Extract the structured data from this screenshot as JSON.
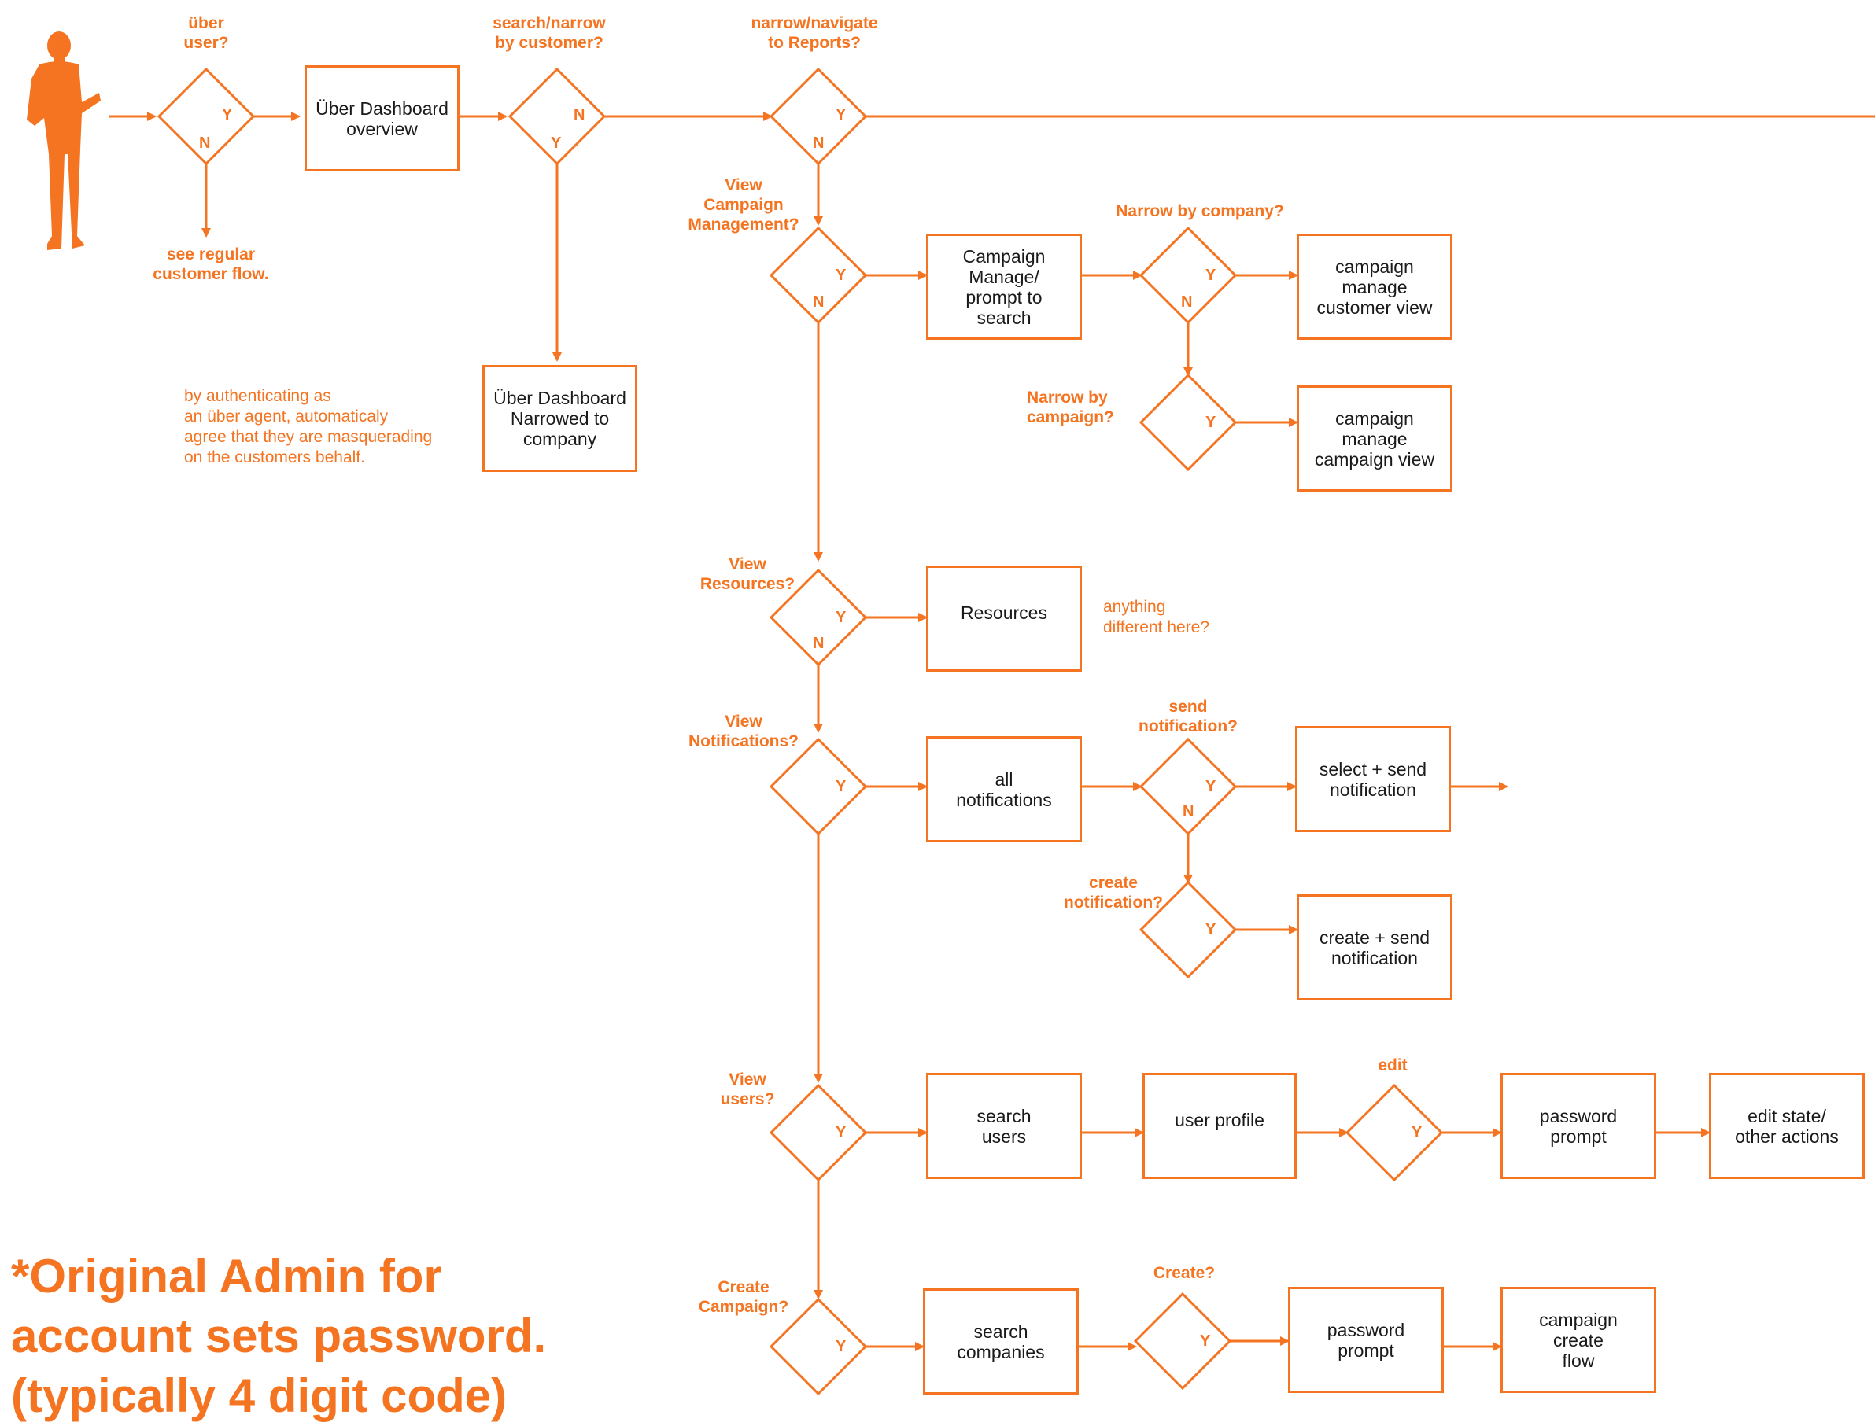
{
  "colors": {
    "accent": "#f47421",
    "text": "#1a1a1a"
  },
  "icons": {
    "actor": "person-silhouette-icon"
  },
  "questions": {
    "uber_user": "über\nuser?",
    "search_narrow": "search/narrow\nby customer?",
    "narrow_navigate": "narrow/navigate\nto Reports?",
    "view_campaign_mgmt": "View\nCampaign\nManagement?",
    "narrow_company": "Narrow by company?",
    "narrow_campaign": "Narrow by\ncampaign?",
    "view_resources": "View\nResources?",
    "view_notifications": "View\nNotifications?",
    "send_notification": "send\nnotification?",
    "create_notification": "create\nnotification?",
    "view_users": "View\nusers?",
    "edit": "edit",
    "create_campaign": "Create\nCampaign?",
    "create": "Create?"
  },
  "boxes": {
    "uber_overview": "Über Dashboard\noverview",
    "uber_narrowed": "Über Dashboard\nNarrowed to\ncompany",
    "campaign_manage_prompt": "Campaign\nManage/\nprompt to\nsearch",
    "campaign_customer_view": "campaign\nmanage\ncustomer view",
    "campaign_campaign_view": "campaign\nmanage\ncampaign view",
    "resources": "Resources",
    "all_notifications": "all\nnotifications",
    "select_send": "select  +  send\nnotification",
    "create_send": "create + send\nnotification",
    "search_users": "search\nusers",
    "user_profile": "user profile",
    "password_prompt_users": "password\nprompt",
    "edit_state": "edit state/\nother actions",
    "search_companies": "search\ncompanies",
    "password_prompt_campaign": "password\nprompt",
    "campaign_create_flow": "campaign\ncreate\nflow"
  },
  "labels": {
    "yes": "Y",
    "no": "N"
  },
  "notes": {
    "see_regular": "see regular\ncustomer flow.",
    "authenticating": "by authenticating as\nan über agent, automaticaly\nagree that they are masquerading\non the customers behalf.",
    "anything_different": "anything\ndifferent here?",
    "original_admin": "*Original Admin for\n  account sets password.\n  (typically 4 digit code)"
  }
}
